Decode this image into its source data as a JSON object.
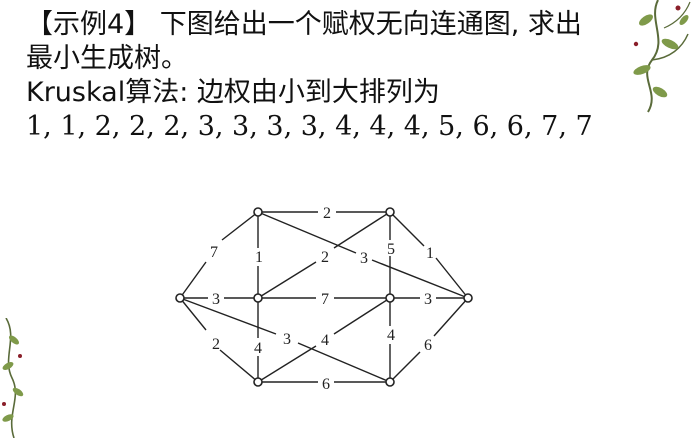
{
  "slide": {
    "title_line1": "【示例4】 下图给出一个赋权无向连通图, 求出",
    "title_line2": "最小生成树。",
    "method_line": "Kruskal算法: 边权由小到大排列为",
    "weights_line": "1, 1, 2, 2, 2, 3, 3, 3, 3, 4, 4, 4, 5, 6, 6, 7, 7"
  },
  "graph": {
    "edge_labels": {
      "e1": "2",
      "e2": "7",
      "e3": "1",
      "e4": "2",
      "e5": "3",
      "e6": "5",
      "e7": "1",
      "e8": "3",
      "e9": "7",
      "e10": "3",
      "e11": "2",
      "e12": "4",
      "e13": "3",
      "e14": "4",
      "e15": "4",
      "e16": "6",
      "e17": "6"
    }
  },
  "colors": {
    "text": "#111111",
    "stroke": "#222222",
    "vine": "#5a6b3a",
    "leaf": "#7f9a4a",
    "berry": "#8a1f2a"
  }
}
